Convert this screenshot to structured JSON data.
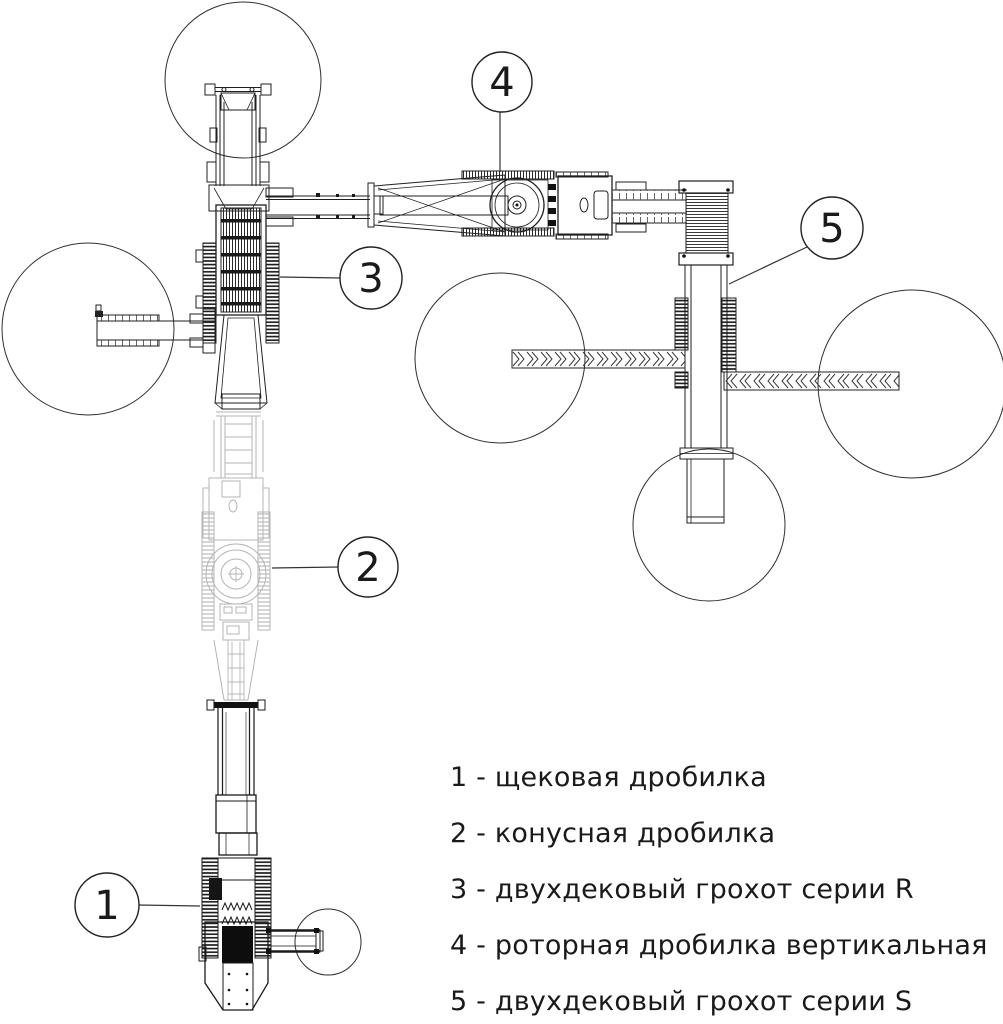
{
  "callouts": [
    {
      "number": "1"
    },
    {
      "number": "2"
    },
    {
      "number": "3"
    },
    {
      "number": "4"
    },
    {
      "number": "5"
    }
  ],
  "legend": {
    "items": [
      "1 - щековая дробилка",
      "2 - конусная дробилка",
      "3 - двухдековый грохот серии R",
      "4 - роторная дробилка вертикальная",
      "5 - двухдековый грохот серии S"
    ]
  },
  "colors": {
    "line": "#1f1f1f",
    "faded": "#b5b5b5",
    "background": "#ffffff"
  }
}
